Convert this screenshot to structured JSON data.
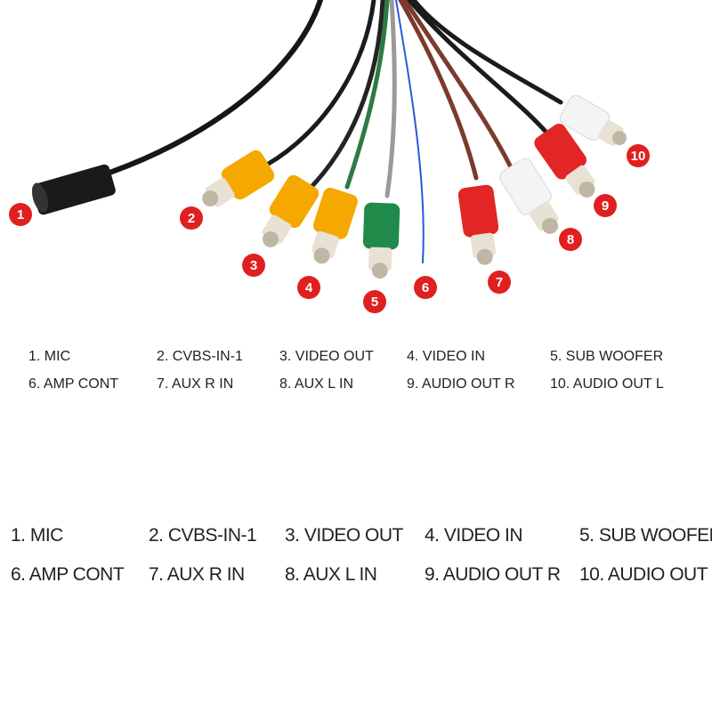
{
  "connectors": [
    {
      "number": "1",
      "color": "#1a1a1a"
    },
    {
      "number": "2",
      "color": "#f5a800"
    },
    {
      "number": "3",
      "color": "#f5a800"
    },
    {
      "number": "4",
      "color": "#f5a800"
    },
    {
      "number": "5",
      "color": "#1f8a4a"
    },
    {
      "number": "6",
      "color": "#2a58d8"
    },
    {
      "number": "7",
      "color": "#e22626"
    },
    {
      "number": "8",
      "color": "#f4f4f4"
    },
    {
      "number": "9",
      "color": "#e22626"
    },
    {
      "number": "10",
      "color": "#f4f4f4"
    }
  ],
  "legend": {
    "items": [
      "1. MIC",
      "2. CVBS-IN-1",
      "3. VIDEO OUT",
      "4. VIDEO IN",
      "5. SUB WOOFER",
      "6. AMP CONT",
      "7. AUX R IN",
      "8. AUX L IN",
      "9. AUDIO OUT R",
      "10. AUDIO OUT L"
    ]
  },
  "colors": {
    "badge": "#e02020",
    "text": "#222222",
    "background": "#ffffff"
  }
}
